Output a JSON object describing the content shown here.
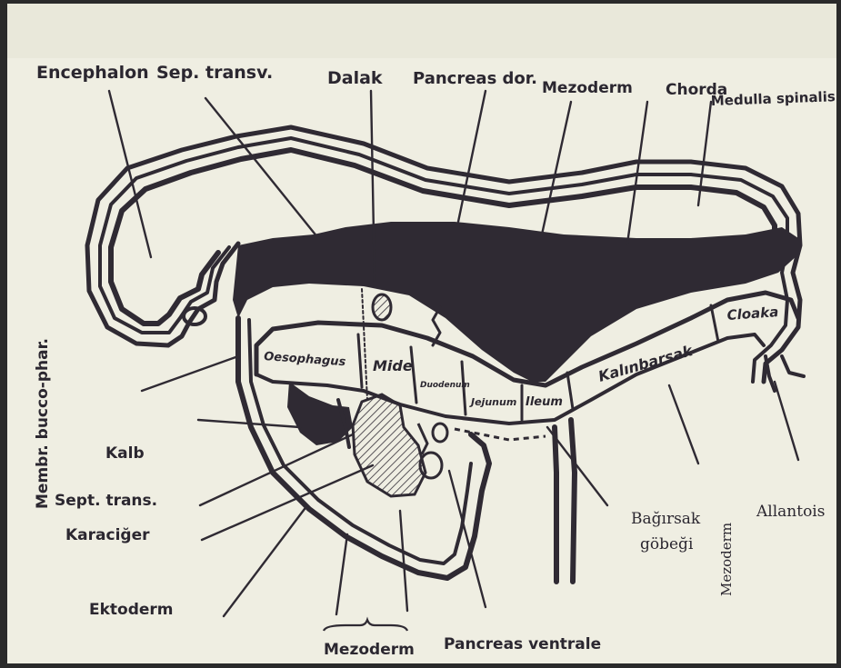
{
  "diagram": {
    "colors": {
      "paper": "#efeee2",
      "ink": "#2f2a33",
      "frame": "#2a2a2a"
    },
    "labels": {
      "encephalon": "Encephalon",
      "sep_transv": "Sep. transv.",
      "dalak": "Dalak",
      "pancreas_dor": "Pancreas dor.",
      "mezoderm_top": "Mezoderm",
      "chorda": "Chorda",
      "medulla_spinalis": "Medulla spinalis",
      "membr_bucco_phar": "Membr. bucco-phar.",
      "oesophagus": "Oesophagus",
      "mide": "Mide",
      "duodenum": "Duodenum",
      "jejunum": "Jejunum",
      "ileum": "Ileum",
      "kalinbarsak": "Kalınbarsak",
      "cloaka": "Cloaka",
      "kalb": "Kalb",
      "sept_trans": "Sept. trans.",
      "karaciger": "Karaciğer",
      "ektoderm": "Ektoderm",
      "mezoderm_bottom": "Mezoderm",
      "pancreas_ventrale": "Pancreas ventrale",
      "bagirsak": "Bağırsak",
      "gobegi": "göbeği",
      "mezoderm_right": "Mezoderm",
      "allantois": "Allantois"
    }
  }
}
